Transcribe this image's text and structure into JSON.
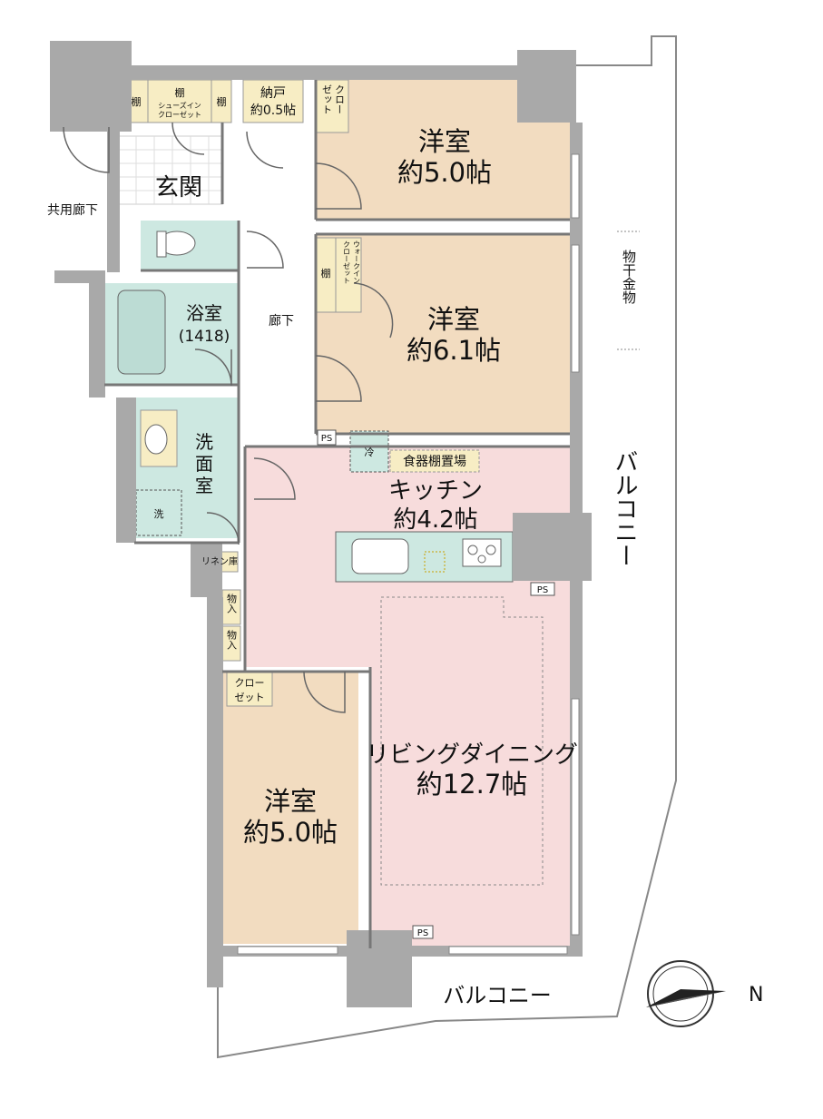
{
  "rooms": {
    "western_room_1": {
      "name": "洋室",
      "size": "約5.0帖"
    },
    "western_room_2": {
      "name": "洋室",
      "size": "約6.1帖"
    },
    "western_room_3": {
      "name": "洋室",
      "size": "約5.0帖"
    },
    "living_dining": {
      "name": "リビングダイニング",
      "size": "約12.7帖"
    },
    "kitchen": {
      "name": "キッチン",
      "size": "約4.2帖"
    },
    "entrance": {
      "name": "玄関"
    },
    "bathroom": {
      "name": "浴室",
      "size": "(1418)"
    },
    "washroom": {
      "name": "洗",
      "name2": "面",
      "name3": "室"
    },
    "hallway": {
      "name": "廊下"
    },
    "storeroom": {
      "name": "納戸",
      "size": "約0.5帖"
    }
  },
  "storage": {
    "shelf": "棚",
    "shoe_closet_line1": "シューズイン",
    "shoe_closet_line2": "クローゼット",
    "closet_line1": "クロー",
    "closet_line2": "ゼット",
    "walkin_line1": "ウォークイン",
    "walkin_line2": "クローゼット",
    "dish_shelf": "食器棚置場",
    "fridge": "冷",
    "washer": "洗",
    "linen": "リネン庫",
    "storage_item": "物入",
    "ps": "PS"
  },
  "exterior": {
    "common_corridor": "共用廊下",
    "balcony_east": "バルコニー",
    "balcony_south": "バルコニー",
    "laundry_pole": "物干金物",
    "compass_north": "N"
  },
  "colors": {
    "bedroom": "#f2dcc0",
    "ldk": "#f7dcdc",
    "wet": "#cde8e1",
    "storage": "#f7edc4",
    "wall": "#a9a9a9",
    "floor": "#ffffff"
  }
}
